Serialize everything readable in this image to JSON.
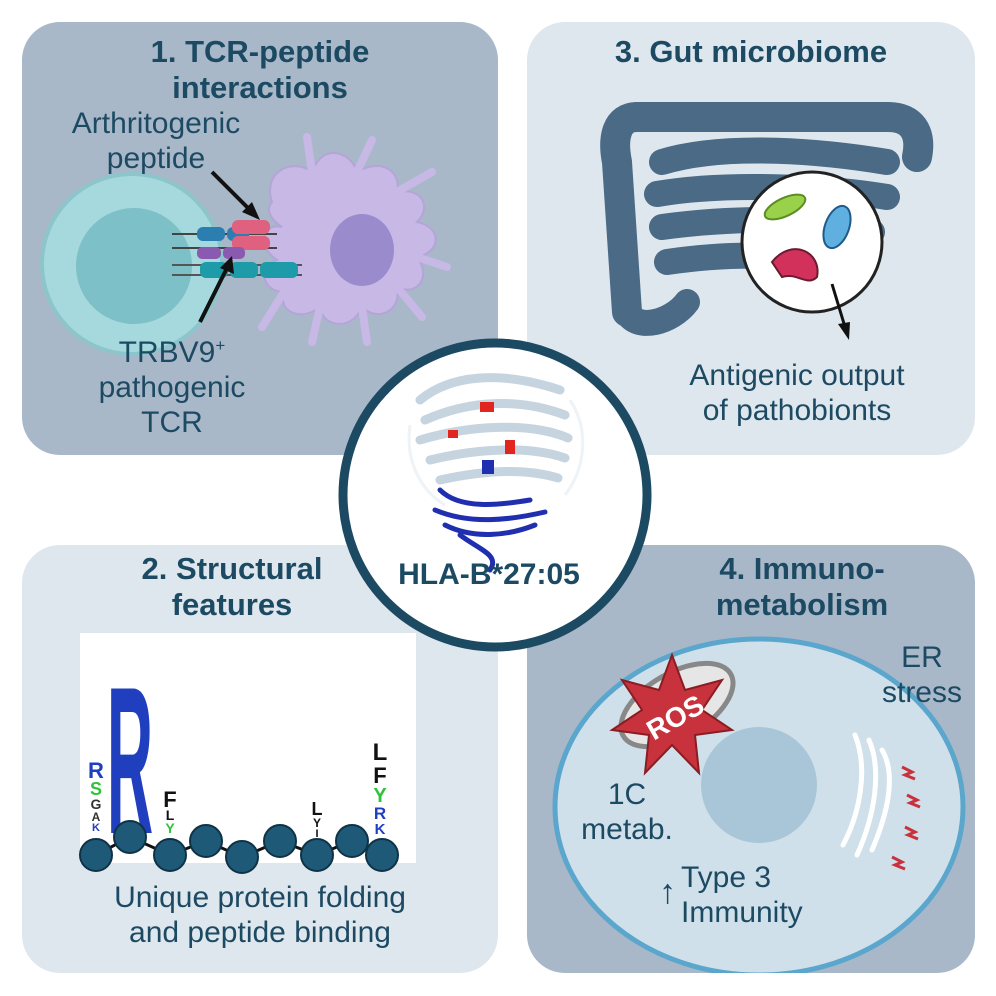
{
  "colors": {
    "title_text": "#1d4a63",
    "panel_dark": "#a8b8c8",
    "panel_light": "#dfe7ee",
    "center_ring": "#1d4a63",
    "ros_star": "#c8323c",
    "residue_bead": "#1e5a78"
  },
  "panel1": {
    "title_line1": "1. TCR-peptide",
    "title_line2": "interactions",
    "peptide_line1": "Arthritogenic",
    "peptide_line2": "peptide",
    "tcr_line1": "TRBV9",
    "tcr_sup": "+",
    "tcr_line2": "pathogenic",
    "tcr_line3": "TCR"
  },
  "panel2": {
    "title_line1": "2. Structural",
    "title_line2": "features",
    "caption_line1": "Unique protein folding",
    "caption_line2": "and peptide binding",
    "logo": {
      "pos1": [
        "R",
        "S",
        "G",
        "A",
        "K"
      ],
      "pos2": [
        "R"
      ],
      "pos3": [
        "F",
        "L",
        "Y"
      ],
      "pos7": [
        "L",
        "Y",
        "I"
      ],
      "pos9": [
        "L",
        "F",
        "Y",
        "R",
        "K"
      ]
    }
  },
  "panel3": {
    "title": "3. Gut microbiome",
    "caption_line1": "Antigenic output",
    "caption_line2": "of pathobionts"
  },
  "panel4": {
    "title_line1": "4. Immuno-",
    "title_line2": "metabolism",
    "ros": "ROS",
    "er_line1": "ER",
    "er_line2": "stress",
    "onec_line1": "1C",
    "onec_line2": "metab.",
    "arrow_glyph": "↑",
    "immunity_line1": "Type 3",
    "immunity_line2": "Immunity"
  },
  "center": {
    "label": "HLA-B*27:05"
  },
  "icons": [
    "t-cell-icon",
    "dendritic-cell-icon",
    "tcr-mhc-complex-icon",
    "intestine-icon",
    "bacteria-icon",
    "sequence-logo",
    "cell-icon",
    "mitochondrion-icon",
    "er-icon",
    "protein-structure-icon"
  ]
}
